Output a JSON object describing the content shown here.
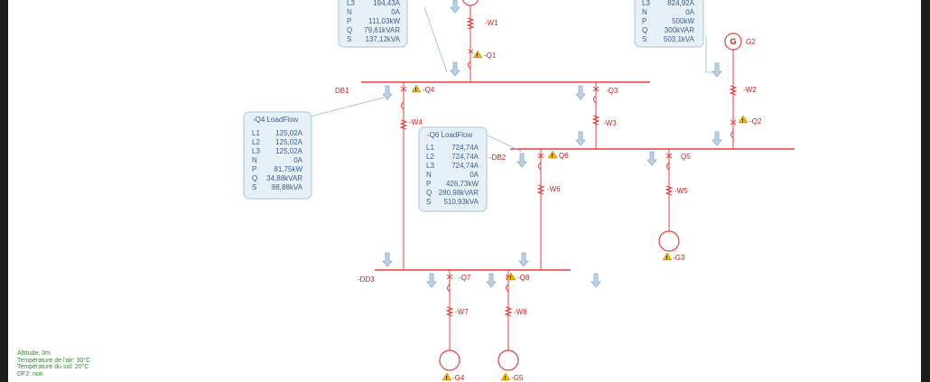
{
  "buses": {
    "db1": "DB1",
    "db2": "-DB2",
    "dd3": "-DD3"
  },
  "labels": {
    "w1": "-W1",
    "q1": "-Q1",
    "q4": "-Q4",
    "q3": "-Q3",
    "w4": "-W4",
    "w3": "-W3",
    "q6": "Q6",
    "q5": "Q5",
    "w6": "-W6",
    "w5": "-W5",
    "g3": "-G3",
    "q7": "-Q7",
    "q8": "-Q8",
    "w7": "-W7",
    "w8": "-W8",
    "g4": "-G4",
    "g5": "-G5",
    "w2": "-W2",
    "q2": "-Q2",
    "g2": "G2",
    "g2_symbol": "G"
  },
  "boxes": {
    "top_left": {
      "rows": [
        {
          "k": "L3",
          "v": "194,43A"
        },
        {
          "k": "N",
          "v": "0A"
        },
        {
          "k": "P",
          "v": "111,03kW"
        },
        {
          "k": "Q",
          "v": "79,61kVAR"
        },
        {
          "k": "S",
          "v": "137,12kVA"
        }
      ]
    },
    "top_right": {
      "rows": [
        {
          "k": "L3",
          "v": "824,92A"
        },
        {
          "k": "N",
          "v": "0A"
        },
        {
          "k": "P",
          "v": "500kW"
        },
        {
          "k": "Q",
          "v": "300kVAR"
        },
        {
          "k": "S",
          "v": "503,1kVA"
        }
      ]
    },
    "q4": {
      "title": "-Q4   LoadFlow",
      "rows": [
        {
          "k": "L1",
          "v": "125,02A"
        },
        {
          "k": "L2",
          "v": "125,02A"
        },
        {
          "k": "L3",
          "v": "125,02A"
        },
        {
          "k": "N",
          "v": "0A"
        },
        {
          "k": "P",
          "v": "81,75kW"
        },
        {
          "k": "Q",
          "v": "34,88kVAR"
        },
        {
          "k": "S",
          "v": "88,88kVA"
        }
      ]
    },
    "q6": {
      "title": "-Q6   LoadFlow",
      "rows": [
        {
          "k": "L1",
          "v": "724,74A"
        },
        {
          "k": "L2",
          "v": "724,74A"
        },
        {
          "k": "L3",
          "v": "724,74A"
        },
        {
          "k": "N",
          "v": "0A"
        },
        {
          "k": "P",
          "v": "426,73kW"
        },
        {
          "k": "Q",
          "v": "280,98kVAR"
        },
        {
          "k": "S",
          "v": "510,93kVA"
        }
      ]
    }
  },
  "footer": {
    "line1": "Altitude: 0m",
    "line2": "Température de l'air: 30°C",
    "line3": "Température du sol: 20°C",
    "line4": "DF2: non"
  }
}
